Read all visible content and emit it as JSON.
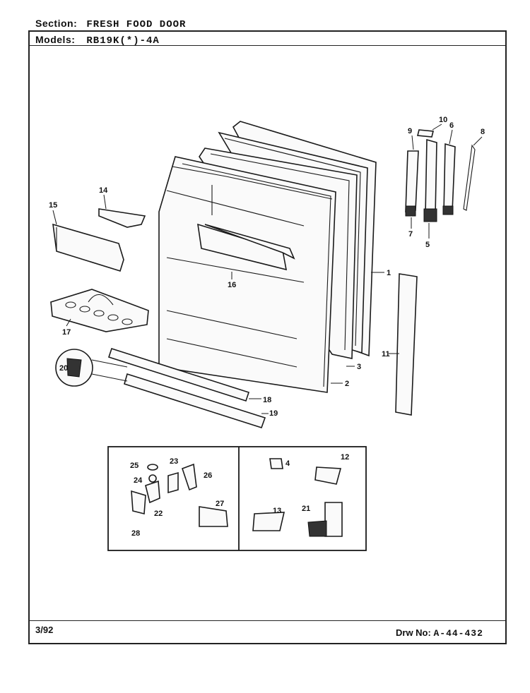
{
  "header": {
    "section_label": "Section:",
    "section_value": "FRESH FOOD DOOR",
    "models_label": "Models:",
    "models_value": "RB19K(*)-4A"
  },
  "footer": {
    "date": "3/92",
    "drawing_label": "Drw No:",
    "drawing_number": "A-44-432"
  },
  "callouts": [
    "1",
    "2",
    "3",
    "4",
    "5",
    "6",
    "7",
    "8",
    "9",
    "10",
    "11",
    "12",
    "13",
    "14",
    "15",
    "16",
    "17",
    "18",
    "19",
    "20",
    "21",
    "22",
    "23",
    "24",
    "25",
    "26",
    "27",
    "28"
  ]
}
